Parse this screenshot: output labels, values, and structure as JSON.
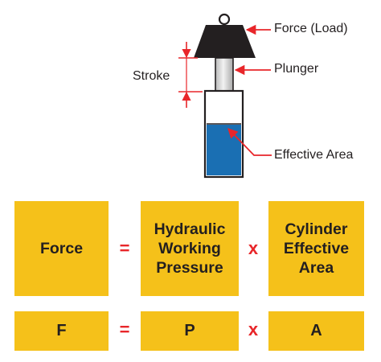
{
  "diagram": {
    "labels": {
      "force_load": "Force (Load)",
      "plunger": "Plunger",
      "stroke": "Stroke",
      "effective_area": "Effective Area"
    },
    "colors": {
      "fluid": "#1a6fb3",
      "arrow": "#e8262a",
      "weight": "#231f20",
      "plunger": "#d8d8d8"
    }
  },
  "formula": {
    "words": {
      "force": "Force",
      "pressure_line1": "Hydraulic",
      "pressure_line2": "Working",
      "pressure_line3": "Pressure",
      "area_line1": "Cylinder",
      "area_line2": "Effective",
      "area_line3": "Area",
      "equals": "=",
      "times": "x"
    },
    "symbols": {
      "f": "F",
      "p": "P",
      "a": "A",
      "equals": "=",
      "times": "x"
    },
    "colors": {
      "box": "#f5c11a",
      "operator": "#e8262a"
    }
  }
}
